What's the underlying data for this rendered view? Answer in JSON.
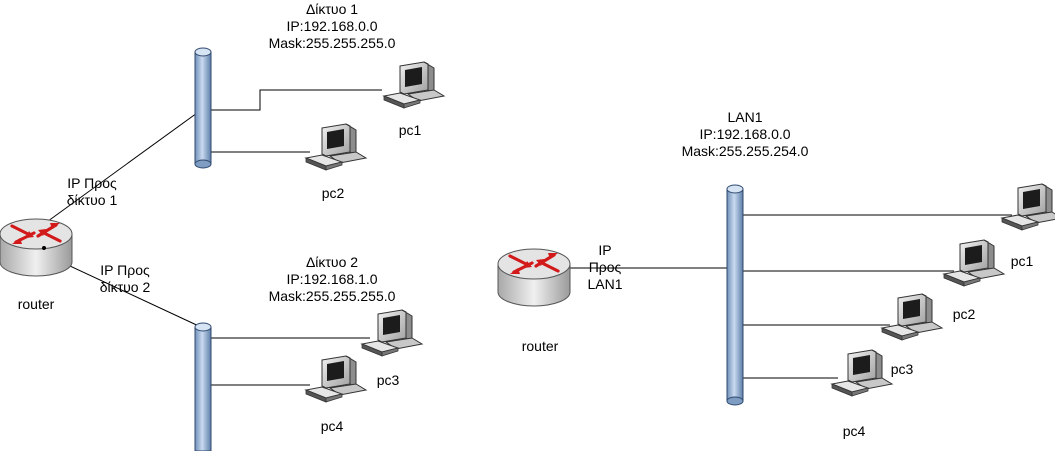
{
  "colors": {
    "bus_fill": "#9db8d8",
    "bus_stroke": "#3b5a80",
    "router_body": "#d8d8d8",
    "router_arrow": "#e02020",
    "link": "#000000"
  },
  "icons": {
    "router": "router-icon",
    "pc": "computer-workstation-icon",
    "bus": "network-bus-icon"
  },
  "left": {
    "router_label": "router",
    "net1": {
      "title": "Δίκτυο 1",
      "ip": "IP:192.168.0.0",
      "mask": "Mask:255.255.255.0"
    },
    "net2": {
      "title": "Δίκτυο 2",
      "ip": "IP:192.168.1.0",
      "mask": "Mask:255.255.255.0"
    },
    "if1": {
      "line1": "IP Προς",
      "line2": "δίκτυο 1"
    },
    "if2": {
      "line1": "IP Προς",
      "line2": "δίκτυο 2"
    },
    "pcs": [
      "pc1",
      "pc2",
      "pc3",
      "pc4"
    ]
  },
  "right": {
    "router_label": "router",
    "lan": {
      "title": "LAN1",
      "ip": "IP:192.168.0.0",
      "mask": "Mask:255.255.254.0"
    },
    "if": {
      "line1": "IP",
      "line2": "Προς",
      "line3": "LAN1"
    },
    "pcs": [
      "pc1",
      "pc2",
      "pc3",
      "pc4"
    ]
  }
}
